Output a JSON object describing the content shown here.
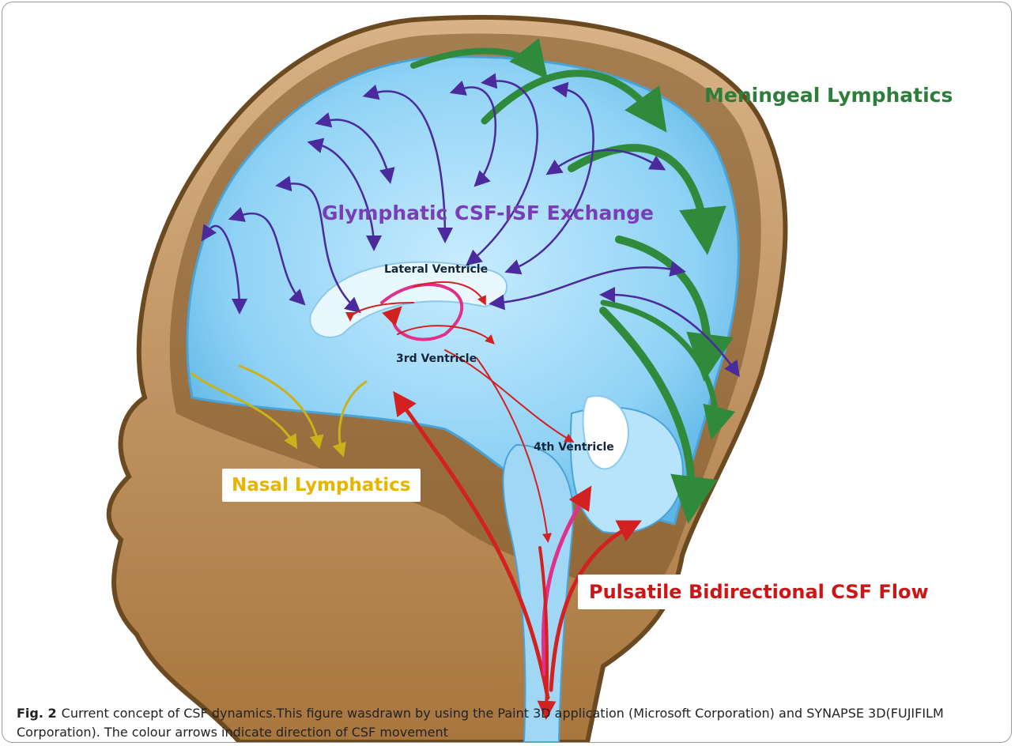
{
  "figure": {
    "labels": {
      "meningeal": "Meningeal Lymphatics",
      "glymphatic": "Glymphatic CSF-ISF Exchange",
      "lateral_ventricle": "Lateral Ventricle",
      "third_ventricle": "3rd Ventricle",
      "fourth_ventricle": "4th Ventricle",
      "nasal": "Nasal Lymphatics",
      "pulsatile": "Pulsatile Bidirectional CSF Flow"
    },
    "colors": {
      "meningeal": "#2f7d3a",
      "glymphatic": "#7a3db8",
      "nasal": "#e8b400",
      "pulsatile": "#cc1515",
      "brain": "#8fd2f5",
      "skin": "#c79a62"
    }
  },
  "caption": {
    "label": "Fig. 2",
    "text": "Current concept of CSF dynamics.This figure wasdrawn by using the Paint 3D application (Microsoft Corporation) and SYNAPSE 3D(FUJIFILM Corporation). The colour arrows indicate direction of CSF movement"
  }
}
